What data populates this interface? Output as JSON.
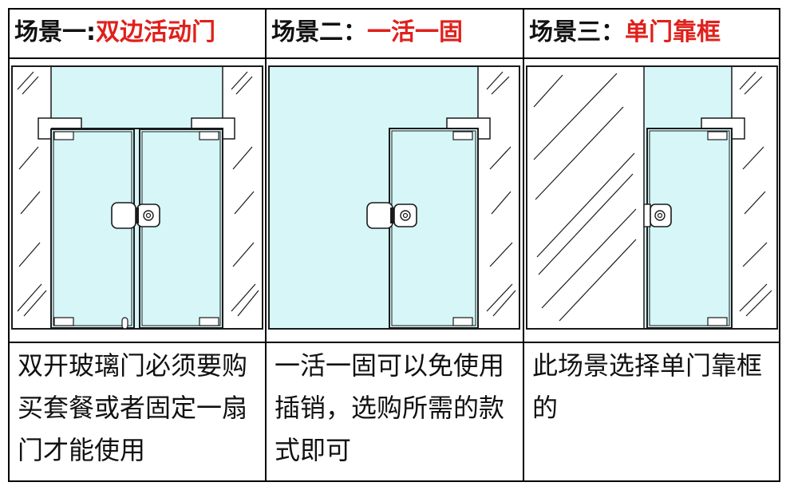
{
  "colors": {
    "glass": "#d6f6f8",
    "accent_red": "#e0201b",
    "line": "#1a1a1a"
  },
  "panels": [
    {
      "id": "double-door",
      "heading_prefix": "场景一",
      "heading_separator": ":",
      "heading_highlight": "双边活动门",
      "description": "双开玻璃门必须要购买套餐或者固定一扇门才能使用"
    },
    {
      "id": "one-fixed",
      "heading_prefix": "场景二",
      "heading_separator": "：",
      "heading_highlight": "一活一固",
      "description": "一活一固可以免使用插销，选购所需的款式即可"
    },
    {
      "id": "single-frame",
      "heading_prefix": "场景三",
      "heading_separator": "：",
      "heading_highlight": "单门靠框",
      "description": "此场景选择单门靠框的"
    }
  ]
}
